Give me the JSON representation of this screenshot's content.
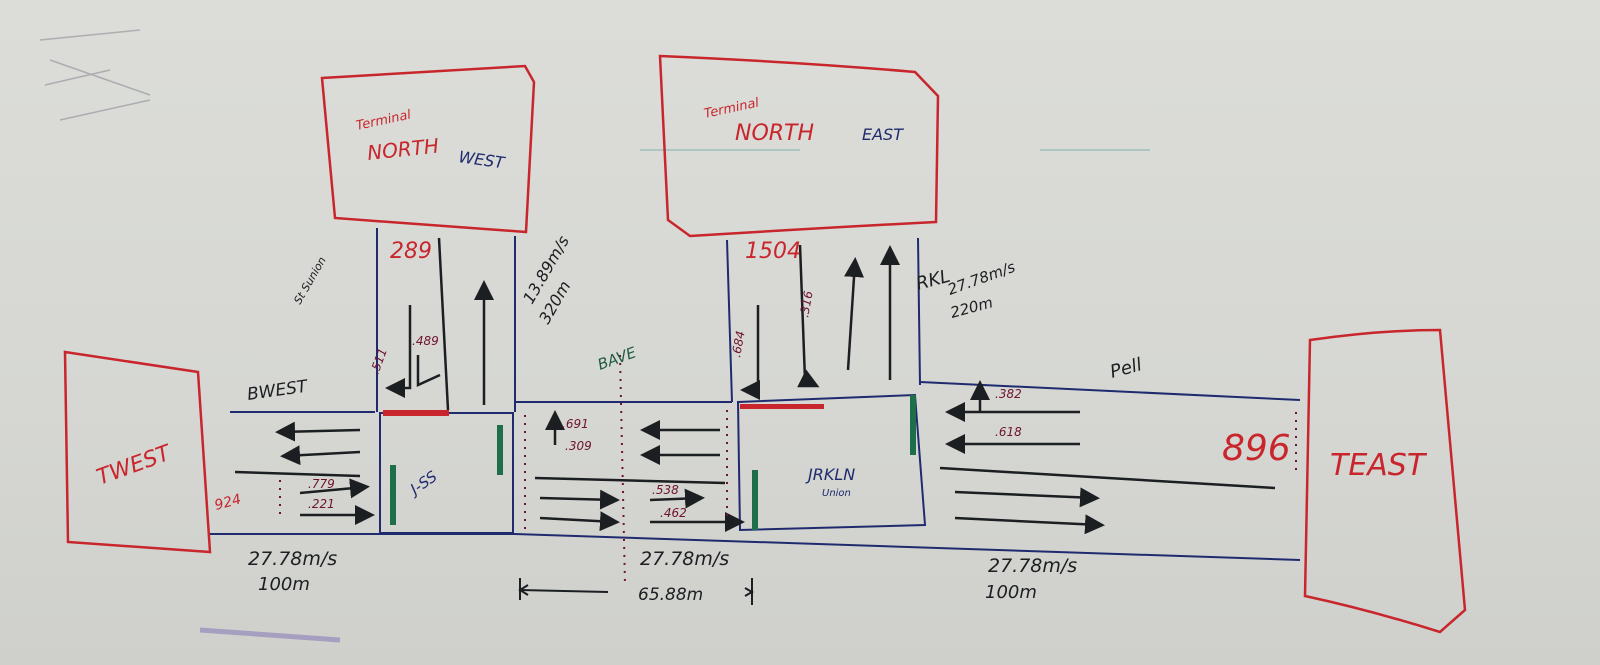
{
  "terminals": {
    "north_west": {
      "line1": "Terminal",
      "line2": "NORTH",
      "line3": "WEST"
    },
    "north_east": {
      "line1": "Terminal",
      "line2": "NORTH",
      "line3": "EAST"
    },
    "west": {
      "label": "TWEST"
    },
    "east": {
      "label": "TEAST"
    }
  },
  "streets": {
    "bwest": "BWEST",
    "bave": "BAVE",
    "pell": "Pell",
    "rkl": "RKL",
    "st_sunion": "St Sunion"
  },
  "intersections": {
    "left": "J-SS",
    "right_line1": "JRKLN",
    "right_line2": "Union"
  },
  "volumes": {
    "nw_entry": "289",
    "ne_entry": "1504",
    "east_entry": "896",
    "west_entry": "924"
  },
  "ratios": {
    "nw_left": ".511",
    "nw_right": ".489",
    "ne_left": ".684",
    "ne_right": ".316",
    "w_upper": ".779",
    "w_lower": ".221",
    "mid_upper1": ".691",
    "mid_upper2": ".309",
    "mid_lower1": ".538",
    "mid_lower2": ".462",
    "e_upper": ".382",
    "e_lower": ".618"
  },
  "links": {
    "nw_speed": "13.89m/s",
    "nw_len": "320m",
    "ne_speed": "27.78m/s",
    "ne_len": "220m",
    "w_speed": "27.78m/s",
    "w_len": "100m",
    "mid_speed": "27.78m/s",
    "mid_len": "65.88m",
    "e_speed": "27.78m/s",
    "e_len": "100m"
  },
  "colors": {
    "marker_black": "#1c1f22",
    "marker_red": "#c8262c",
    "marker_navy": "#1f2b6e",
    "marker_green": "#1f6e4a",
    "marker_maroon": "#6e1330"
  }
}
